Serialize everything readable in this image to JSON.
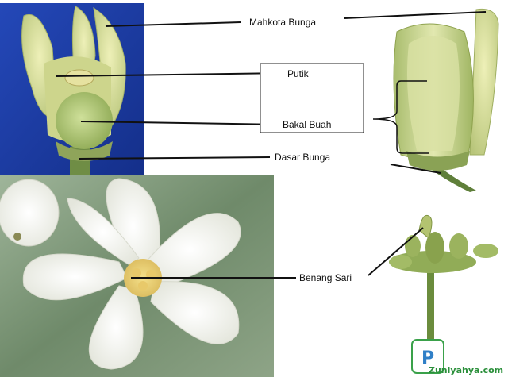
{
  "labels": {
    "corolla": "Mahkota Bunga",
    "pistil": "Putik",
    "ovary": "Bakal Buah",
    "receptacle": "Dasar Bunga",
    "stamen": "Benang Sari"
  },
  "watermark": {
    "text": "Zuniyahya.com",
    "logo_letter": "P"
  },
  "colors": {
    "photo_background_blue": "#1d3fa8",
    "petal_yellow_green": "#d8dd95",
    "petal_white": "#f7f7f2",
    "watermark_green": "#2a8f3a"
  }
}
